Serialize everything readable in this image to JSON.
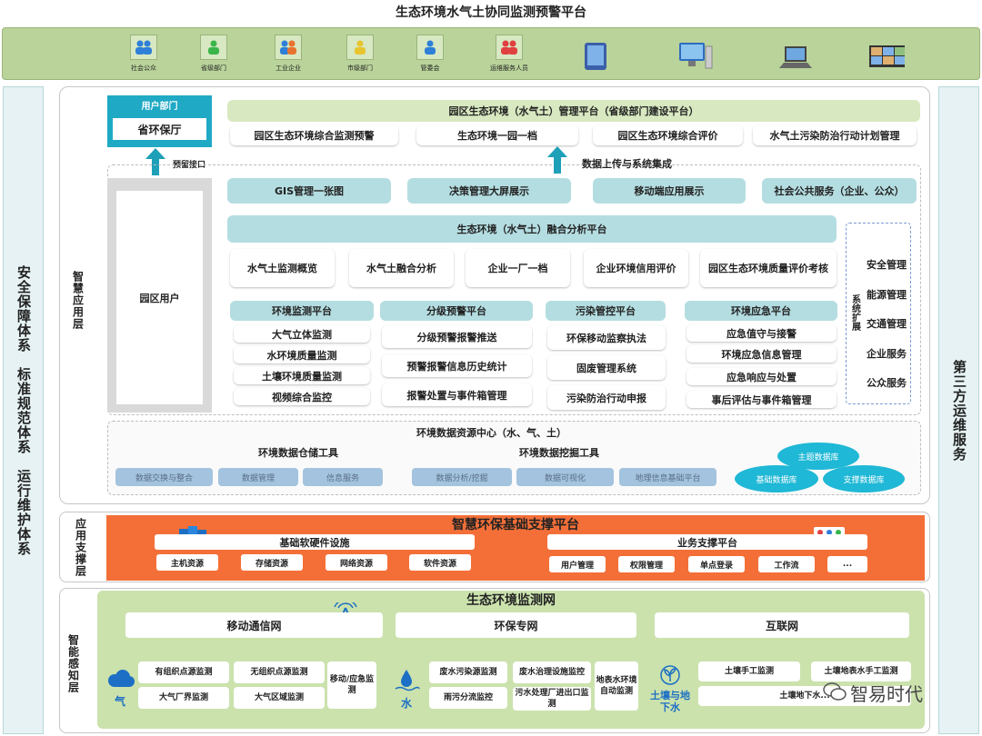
{
  "title": "生态环境水气土协同监测预警平台",
  "top_users": [
    "社会公众",
    "省级部门",
    "工业企业",
    "市级部门",
    "管委会",
    "运维服务人员"
  ],
  "top_user_colors": [
    "#2e7fd8",
    "#39b54a",
    "#e8732e",
    "#e8c52e",
    "#2e7fd8",
    "#e04040"
  ],
  "devices": [
    "tablet-icon",
    "desktop-icon",
    "laptop-icon",
    "video-wall-icon"
  ],
  "left_sidebar": "安全保障体系　标准规范体系　运行维护体系",
  "right_sidebar": "第三方运维服务",
  "layers": {
    "smart_app": "智慧应用层",
    "app_support": "应用支撑层",
    "smart_sense": "智能感知层"
  },
  "user_dept": {
    "title": "用户部门",
    "name": "省环保厅"
  },
  "reserved_interface": "预留接口",
  "park_user": "园区用户",
  "mgmt_platform": {
    "title": "园区生态环境（水气土）管理平台（省级部门建设平台）",
    "items": [
      "园区生态环境综合监测预警",
      "生态环境一园一档",
      "园区生态环境综合评价",
      "水气土污染防治行动计划管理"
    ]
  },
  "data_upload": "数据上传与系统集成",
  "services": [
    "GIS管理一张图",
    "决策管理大屏展示",
    "移动端应用展示",
    "社会公共服务（企业、公众）"
  ],
  "fusion_platform": {
    "title": "生态环境（水气土）融合分析平台",
    "items": [
      "水气土监测概览",
      "水气土融合分析",
      "企业一厂一档",
      "企业环境信用评价",
      "园区生态环境质量评价考核"
    ]
  },
  "sub_platforms": [
    {
      "title": "环境监测平台",
      "items": [
        "大气立体监测",
        "水环境质量监测",
        "土壤环境质量监测",
        "视频综合监控"
      ]
    },
    {
      "title": "分级预警平台",
      "items": [
        "分级预警报警推送",
        "预警报警信息历史统计",
        "报警处置与事件箱管理"
      ]
    },
    {
      "title": "污染管控平台",
      "items": [
        "环保移动监察执法",
        "固废管理系统",
        "污染防治行动申报"
      ]
    },
    {
      "title": "环境应急平台",
      "items": [
        "应急值守与接警",
        "环境应急信息管理",
        "应急响应与处置",
        "事后评估与事件箱管理"
      ]
    }
  ],
  "system_ext": {
    "title": "系统扩展",
    "items": [
      "安全管理",
      "能源管理",
      "交通管理",
      "企业服务",
      "公众服务"
    ]
  },
  "data_center": {
    "title": "环境数据资源中心（水、气、土）",
    "warehouse": {
      "title": "环境数据仓储工具",
      "items": [
        "数据交换与整合",
        "数据管理",
        "信息服务"
      ]
    },
    "mining": {
      "title": "环境数据挖掘工具",
      "items": [
        "数据分析/挖掘",
        "数据可视化",
        "地理信息基础平台"
      ]
    },
    "dbs": [
      "主题数据库",
      "基础数据库",
      "支撑数据库"
    ]
  },
  "support_platform": {
    "title": "智慧环保基础支撑平台",
    "infra": {
      "title": "基础软硬件设施",
      "items": [
        "主机资源",
        "存储资源",
        "网络资源",
        "软件资源"
      ]
    },
    "business": {
      "title": "业务支撑平台",
      "items": [
        "用户管理",
        "权限管理",
        "单点登录",
        "工作流",
        "..."
      ]
    }
  },
  "monitor_net": {
    "title": "生态环境监测网",
    "networks": [
      "移动通信网",
      "环保专网",
      "互联网"
    ],
    "gas": {
      "label": "气",
      "items": [
        "有组织点源监测",
        "无组织点源监测",
        "大气厂界监测",
        "大气区域监测",
        "移动/应急监测"
      ]
    },
    "water": {
      "label": "水",
      "items": [
        "废水污染源监测",
        "废水治理设施监控",
        "雨污分流监控",
        "污水处理厂进出口监测",
        "地表水环境自动监测"
      ]
    },
    "soil": {
      "label": "土壤与地下水",
      "items": [
        "土壤手工监测",
        "土壤地表水手工监测",
        "土壤地下水..."
      ]
    }
  },
  "watermark": "智易时代",
  "colors": {
    "teal": "#b4dde1",
    "orange": "#f46f38",
    "green": "#cbe2ad",
    "disk": "#1fb8d6"
  }
}
